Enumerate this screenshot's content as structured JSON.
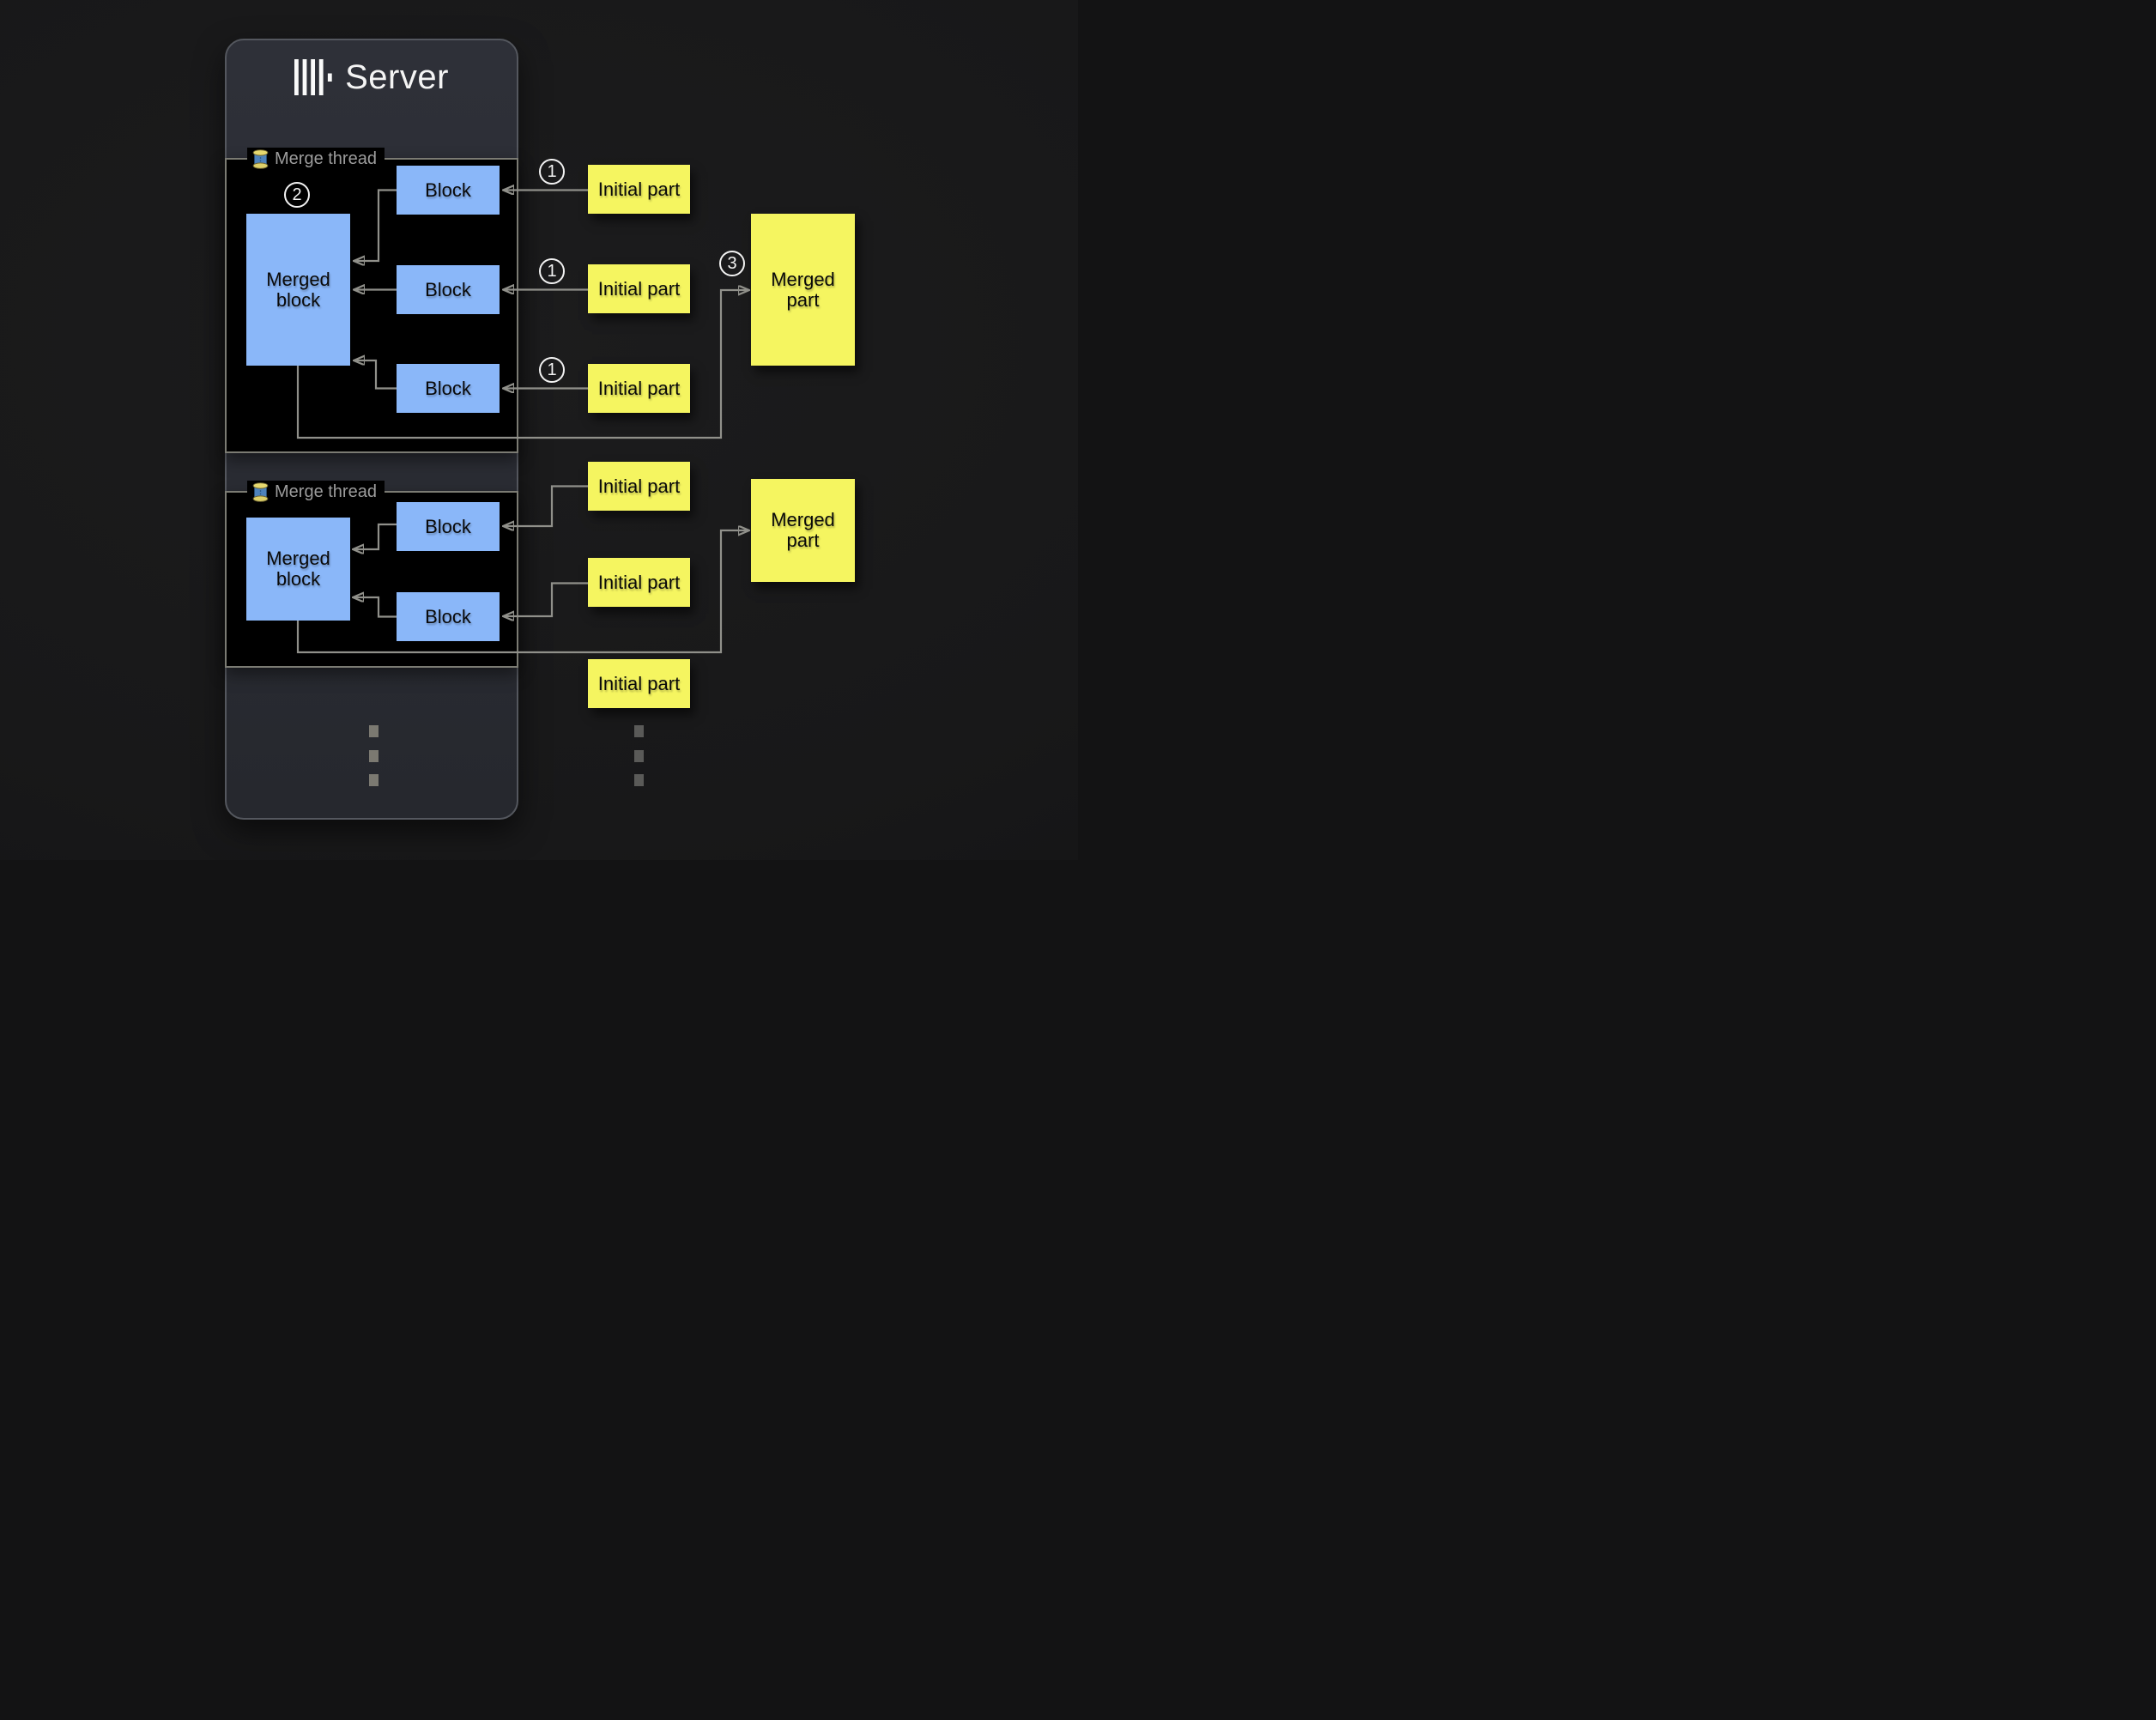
{
  "colors": {
    "background": "#181819",
    "server_panel": "#2a2c33",
    "merge_panel_bg": "#000000",
    "merge_panel_border": "#7b7b73",
    "block_blue": "#8ab7f9",
    "part_yellow": "#f5f560",
    "arrow_gray": "#90908a",
    "thread_label_gray": "#9c9c9c",
    "badge_white": "#f2f2f2"
  },
  "server": {
    "title": "Server",
    "logo_icon": "clickhouse-bars-logo"
  },
  "threads": [
    {
      "legend": "Merge thread",
      "legend_icon": "thread-spool-icon",
      "badge": "2",
      "merged_block_label": "Merged block",
      "blocks": [
        {
          "label": "Block"
        },
        {
          "label": "Block"
        },
        {
          "label": "Block"
        }
      ]
    },
    {
      "legend": "Merge thread",
      "legend_icon": "thread-spool-icon",
      "merged_block_label": "Merged block",
      "blocks": [
        {
          "label": "Block"
        },
        {
          "label": "Block"
        }
      ]
    }
  ],
  "initial_parts": [
    {
      "label": "Initial part",
      "badge": "1"
    },
    {
      "label": "Initial part",
      "badge": "1"
    },
    {
      "label": "Initial part",
      "badge": "1"
    },
    {
      "label": "Initial part"
    },
    {
      "label": "Initial part"
    },
    {
      "label": "Initial part"
    }
  ],
  "merged_parts": [
    {
      "label": "Merged part",
      "badge": "3"
    },
    {
      "label": "Merged part"
    }
  ]
}
